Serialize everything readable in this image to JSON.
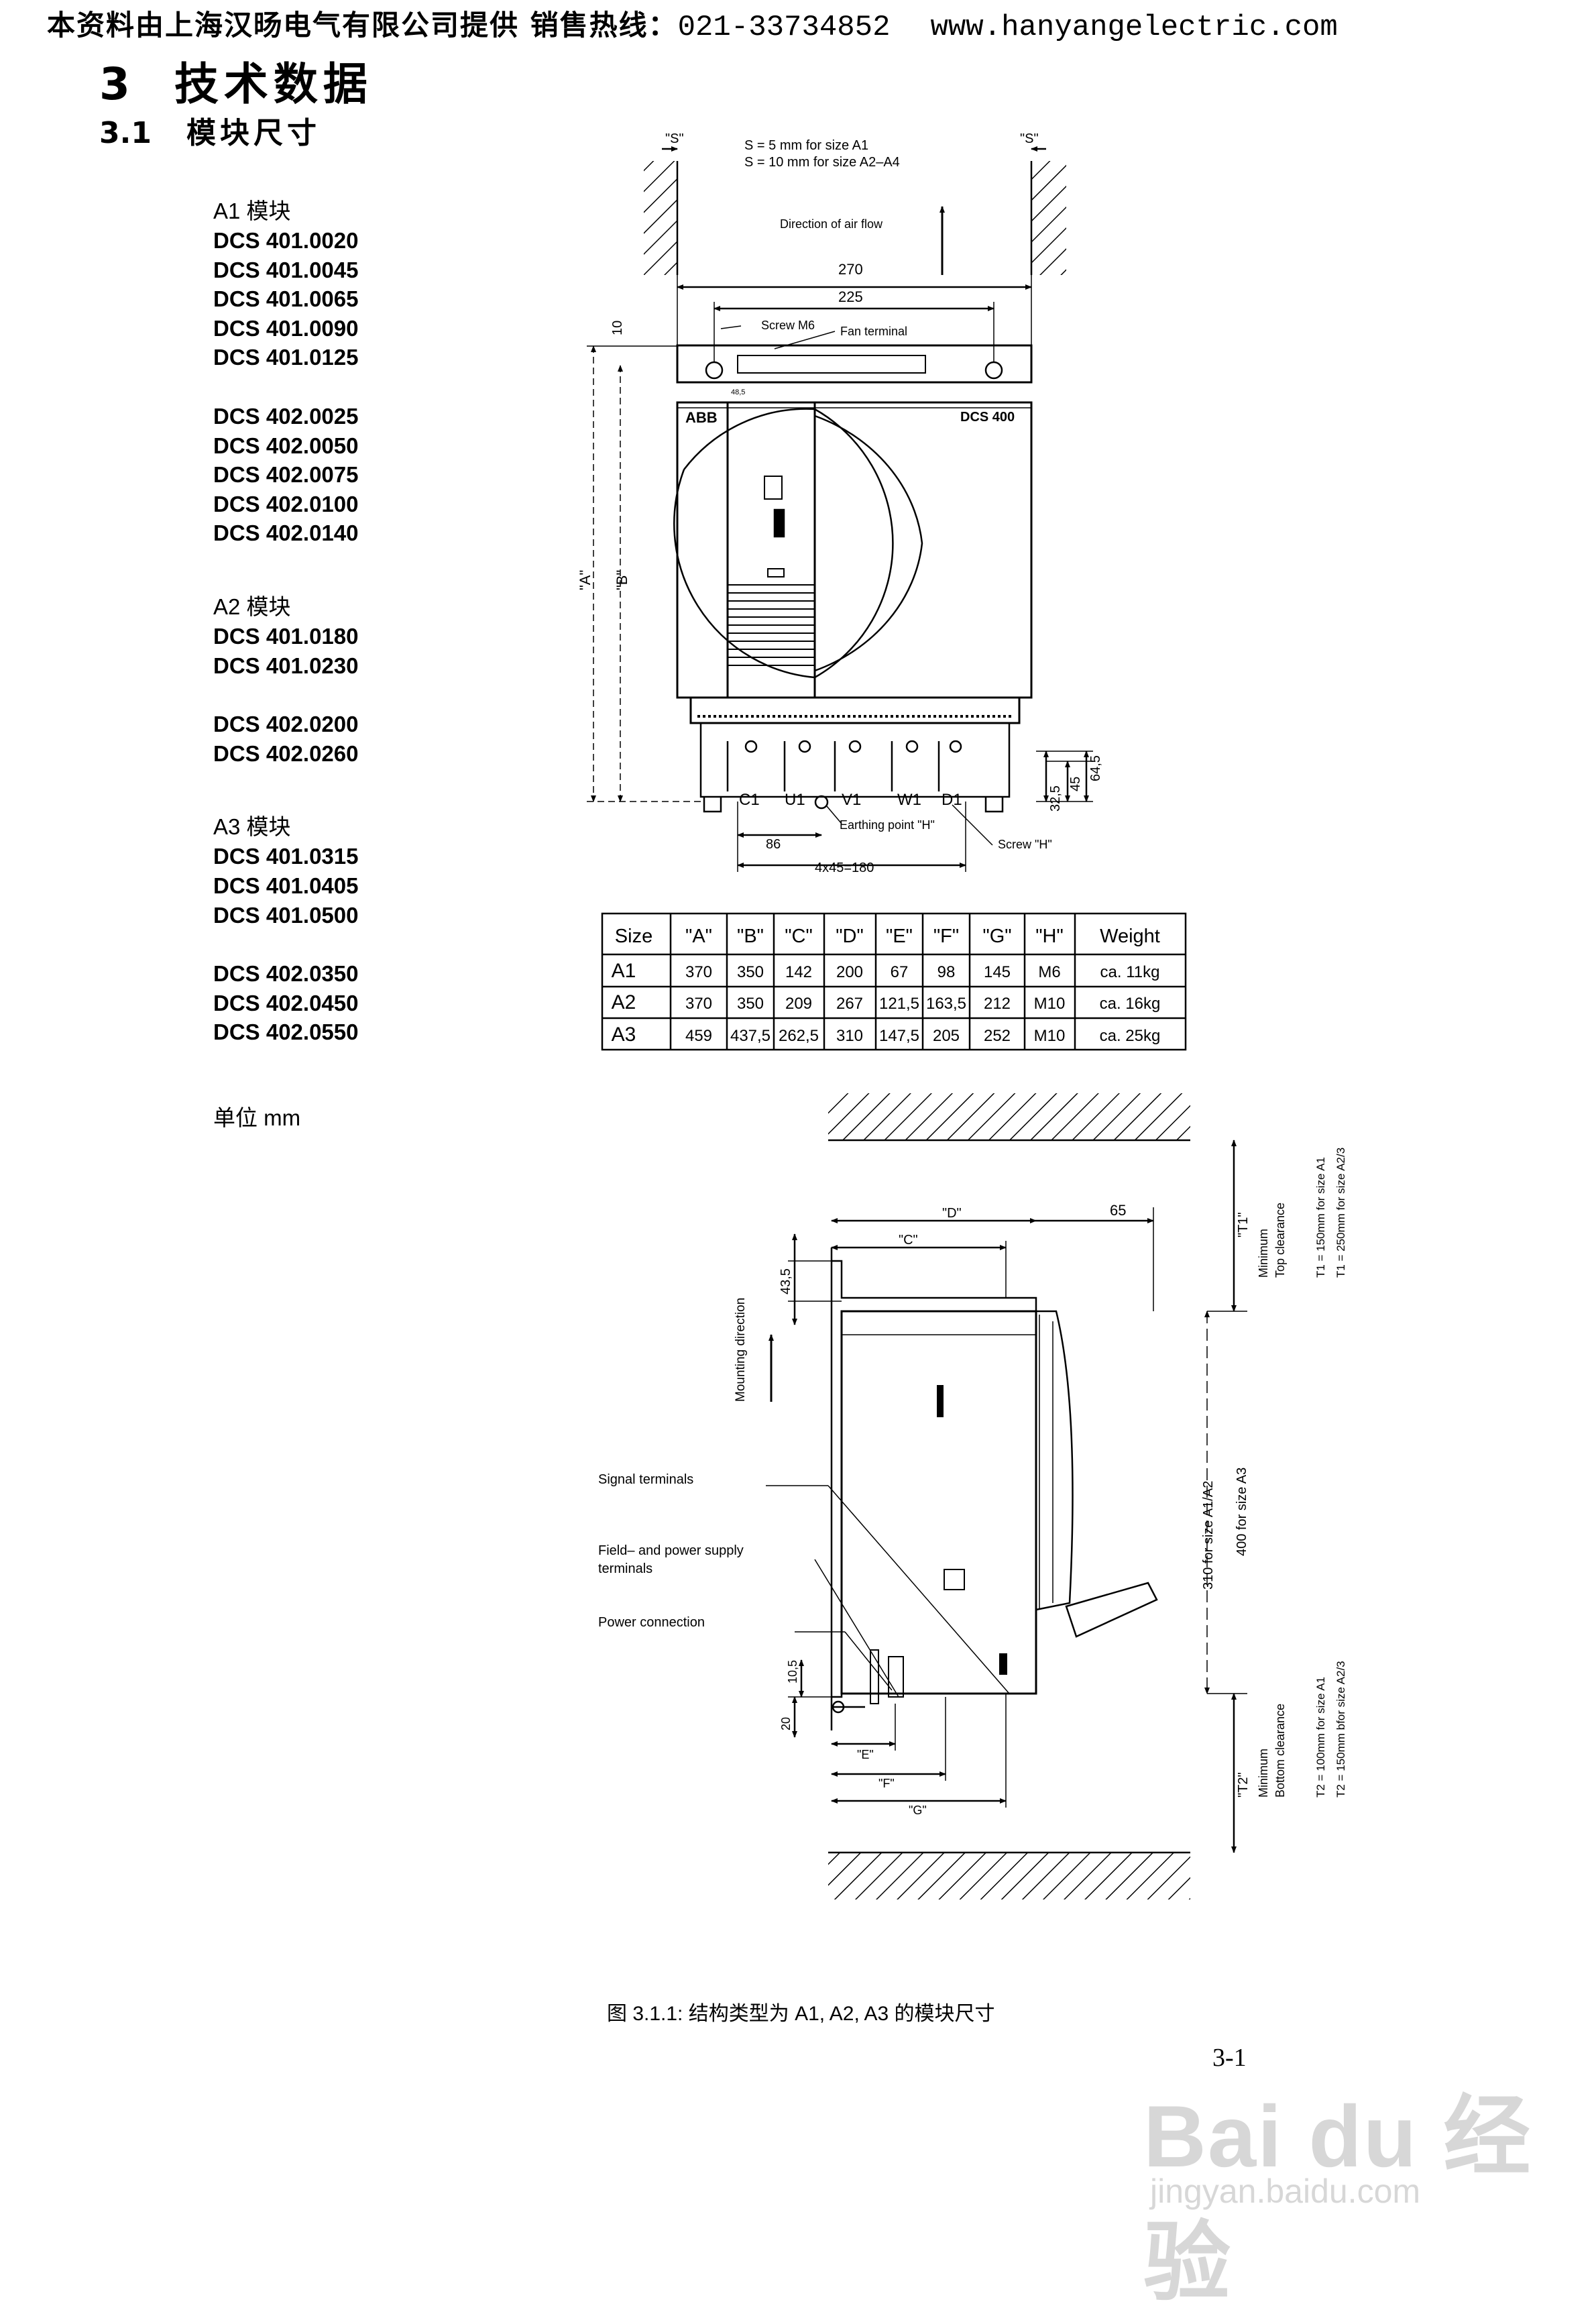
{
  "header": {
    "company_text": "本资料由上海汉旸电气有限公司提供 销售热线：",
    "phone": "021-33734852",
    "website": "www.hanyangelectric.com"
  },
  "chapter": {
    "number": "3",
    "title": "技术数据"
  },
  "section": {
    "number": "3.1",
    "title": "模块尺寸"
  },
  "model_groups": [
    {
      "heading": "A1 模块",
      "blocks": [
        [
          "DCS 401.0020",
          "DCS 401.0045",
          "DCS 401.0065",
          "DCS 401.0090",
          "DCS 401.0125"
        ],
        [
          "DCS 402.0025",
          "DCS 402.0050",
          "DCS 402.0075",
          "DCS 402.0100",
          "DCS 402.0140"
        ]
      ]
    },
    {
      "heading": "A2 模块",
      "blocks": [
        [
          "DCS 401.0180",
          "DCS 401.0230"
        ],
        [
          "DCS 402.0200",
          "DCS 402.0260"
        ]
      ]
    },
    {
      "heading": "A3 模块",
      "blocks": [
        [
          "DCS 401.0315",
          "DCS 401.0405",
          "DCS 401.0500"
        ],
        [
          "DCS 402.0350",
          "DCS 402.0450",
          "DCS 402.0550"
        ]
      ]
    }
  ],
  "unit": "单位 mm",
  "front_view": {
    "s_label": "\"S\"",
    "s_note_1": "S = 5 mm for size A1",
    "s_note_2": "S = 10 mm for size A2–A4",
    "airflow": "Direction of air flow",
    "dim_270": "270",
    "dim_225": "225",
    "dim_10": "10",
    "screw_m6": "Screw M6",
    "fan_terminal": "Fan terminal",
    "dim_48_5": "48,5",
    "brand": "ABB",
    "model": "DCS 400",
    "dim_a": "\"A\"",
    "dim_b": "\"B\"",
    "terminals": [
      "C1",
      "U1",
      "V1",
      "W1",
      "D1"
    ],
    "earthing": "Earthing point \"H\"",
    "screw_h": "Screw \"H\"",
    "dim_86": "86",
    "dim_4x45": "4x45=180",
    "dim_32_5": "32,5",
    "dim_45": "45",
    "dim_64_5": "64,5"
  },
  "dimension_table": {
    "headers": [
      "Size",
      "\"A\"",
      "\"B\"",
      "\"C\"",
      "\"D\"",
      "\"E\"",
      "\"F\"",
      "\"G\"",
      "\"H\"",
      "Weight"
    ],
    "rows": [
      [
        "A1",
        "370",
        "350",
        "142",
        "200",
        "67",
        "98",
        "145",
        "M6",
        "ca. 11kg"
      ],
      [
        "A2",
        "370",
        "350",
        "209",
        "267",
        "121,5",
        "163,5",
        "212",
        "M10",
        "ca. 16kg"
      ],
      [
        "A3",
        "459",
        "437,5",
        "262,5",
        "310",
        "147,5",
        "205",
        "252",
        "M10",
        "ca. 25kg"
      ]
    ]
  },
  "side_view": {
    "dim_d": "\"D\"",
    "dim_c": "\"C\"",
    "dim_65": "65",
    "dim_43_5": "43,5",
    "mounting": "Mounting direction",
    "signal_terminals": "Signal terminals",
    "field_power_1": "Field– and power supply",
    "field_power_2": "terminals",
    "power_connection": "Power connection",
    "dim_10_5": "10,5",
    "dim_20": "20",
    "dim_e": "\"E\"",
    "dim_f": "\"F\"",
    "dim_g": "\"G\"",
    "dim_t1": "\"T1\"",
    "top_minimum": "Minimum",
    "top_clearance": "Top clearance",
    "t1_a1": "T1 = 150mm for size A1",
    "t1_a23": "T1 = 250mm for size A2/3",
    "h_310": "310 for size A1/A2",
    "h_400": "400 for size A3",
    "dim_t2": "\"T2\"",
    "bottom_minimum": "Minimum",
    "bottom_clearance": "Bottom clearance",
    "t2_a1": "T2 = 100mm for size A1",
    "t2_a23": "T2 = 150mm bfor size A2/3"
  },
  "figure_caption": "图 3.1.1: 结构类型为 A1, A2, A3 的模块尺寸",
  "page_number": "3-1",
  "watermark": {
    "brand": "Bai du 经验",
    "url": "jingyan.baidu.com"
  }
}
